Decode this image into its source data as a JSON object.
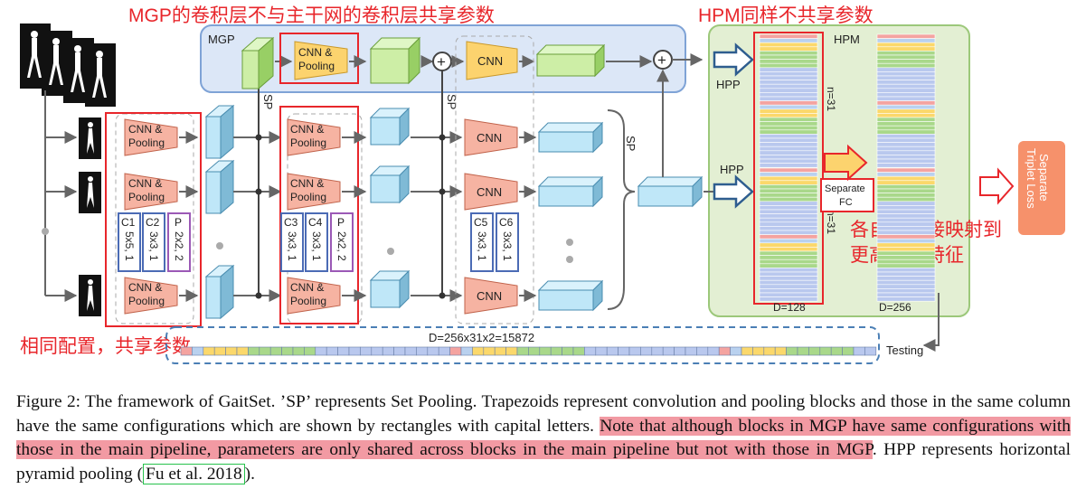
{
  "annotations": {
    "mgp_note": "MGP的卷积层不与主干网的卷积层共享参数",
    "hpm_note": "HPM同样不共享参数",
    "shared_note": "相同配置，共享参数",
    "fc_note_line1": "各自全连接映射到",
    "fc_note_line2": "更高维度特征"
  },
  "diagram": {
    "mgp_label": "MGP",
    "hpm_label": "HPM",
    "hpp_label": "HPP",
    "sp_label": "SP",
    "cnn_pooling_line1": "CNN &",
    "cnn_pooling_line2": "Pooling",
    "cnn_label": "CNN",
    "plus": "+",
    "n31": "n=31",
    "d128": "D=128",
    "d256": "D=256",
    "separate_fc_line1": "Separate",
    "separate_fc_line2": "FC",
    "triplet_line1": "Separate",
    "triplet_line2": "Triplet Loss",
    "testing": "Testing",
    "dim_formula": "D=256x31x2=15872",
    "configs": [
      {
        "name": "C1",
        "spec": "5x5, 1"
      },
      {
        "name": "C2",
        "spec": "3x3, 1"
      },
      {
        "name": "P",
        "spec": "2x2, 2"
      },
      {
        "name": "C3",
        "spec": "3x3, 1"
      },
      {
        "name": "C4",
        "spec": "3x3, 1"
      },
      {
        "name": "P",
        "spec": "2x2, 2"
      },
      {
        "name": "C5",
        "spec": "3x3, 1"
      },
      {
        "name": "C6",
        "spec": "3x3, 1"
      }
    ],
    "colors": {
      "red": "#e8262b",
      "mgp_bg": "#dce7f7",
      "hpm_bg": "#e3efd3",
      "cnn_red": "#f6b3a2",
      "cnn_yellow": "#fcd36e",
      "cube_blue": "#bfe7f8",
      "cube_green": "#cdeea6"
    }
  },
  "caption": {
    "part1": "Figure 2: The framework of GaitSet. ’SP’ represents Set Pooling. Trapezoids represent convolution and pooling blocks and those in the same column have the same configurations which are shown by rectangles with capital letters. ",
    "highlight": "Note that although blocks in MGP have same configurations with those in the main pipeline, parameters are only shared across blocks in the main pipeline but not with those in MGP",
    "part2": ". HPP represents horizontal pyramid pooling (",
    "citation": "Fu et al. 2018",
    "part3": ")."
  }
}
